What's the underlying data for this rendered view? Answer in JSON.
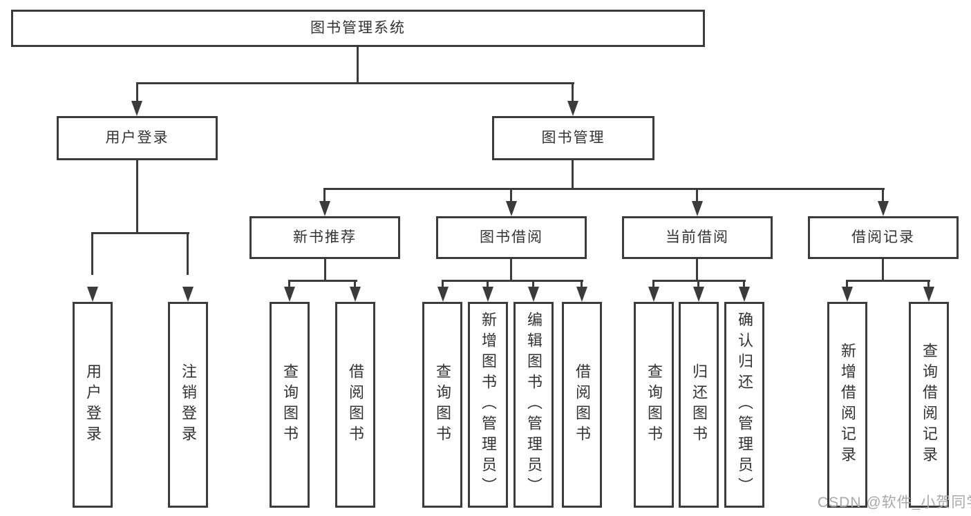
{
  "tree": {
    "label": "图书管理系统",
    "children": [
      {
        "label": "用户登录",
        "children": [
          {
            "label": "用户登录"
          },
          {
            "label": "注销登录"
          }
        ]
      },
      {
        "label": "图书管理",
        "children": [
          {
            "label": "新书推荐",
            "children": [
              {
                "label": "查询图书"
              },
              {
                "label": "借阅图书"
              }
            ]
          },
          {
            "label": "图书借阅",
            "children": [
              {
                "label": "查询图书"
              },
              {
                "label": "新增图书（管理员）"
              },
              {
                "label": "编辑图书（管理员）"
              },
              {
                "label": "借阅图书"
              }
            ]
          },
          {
            "label": "当前借阅",
            "children": [
              {
                "label": "查询图书"
              },
              {
                "label": "归还图书"
              },
              {
                "label": "确认归还（管理员）"
              }
            ]
          },
          {
            "label": "借阅记录",
            "children": [
              {
                "label": "新增借阅记录"
              },
              {
                "label": "查询借阅记录"
              }
            ]
          }
        ]
      }
    ]
  },
  "watermark": "CSDN @软件_小贺同学",
  "colors": {
    "line": "#3b3b3b",
    "text": "#333333",
    "watermark": "#a9a9a9",
    "background": "#ffffff"
  }
}
